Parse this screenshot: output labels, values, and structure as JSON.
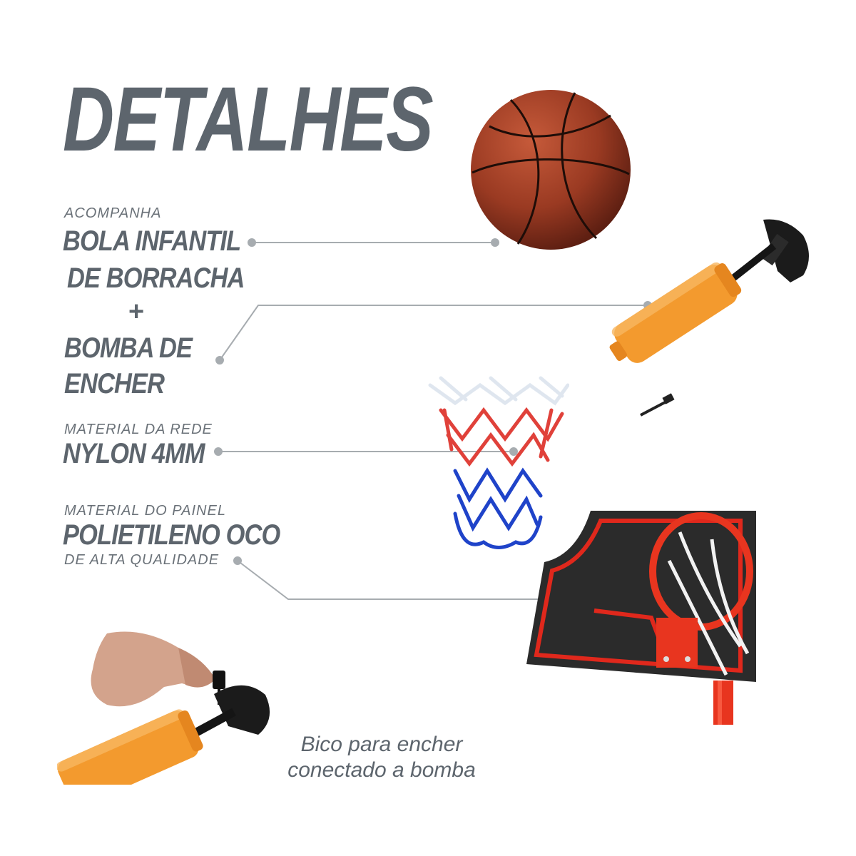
{
  "title": "DETALHES",
  "ball_section": {
    "kicker": "ACOMPANHA",
    "line1": "BOLA INFANTIL",
    "line2": "DE BORRACHA",
    "plus": "+",
    "line3": "BOMBA DE",
    "line4": "ENCHER"
  },
  "net_section": {
    "kicker": "MATERIAL DA REDE",
    "value": "NYLON 4MM"
  },
  "panel_section": {
    "kicker": "MATERIAL DO PAINEL",
    "value": "POLIETILENO OCO",
    "sub": "DE ALTA QUALIDADE"
  },
  "caption": {
    "line1": "Bico para encher",
    "line2": "conectado a bomba"
  },
  "colors": {
    "text": "#5d656d",
    "ball": "#9a3a22",
    "pump": "#f39a2e",
    "net_red": "#e0413a",
    "net_blue": "#1f43c9",
    "board": "#2b2b2b",
    "rim": "#e8351f"
  }
}
